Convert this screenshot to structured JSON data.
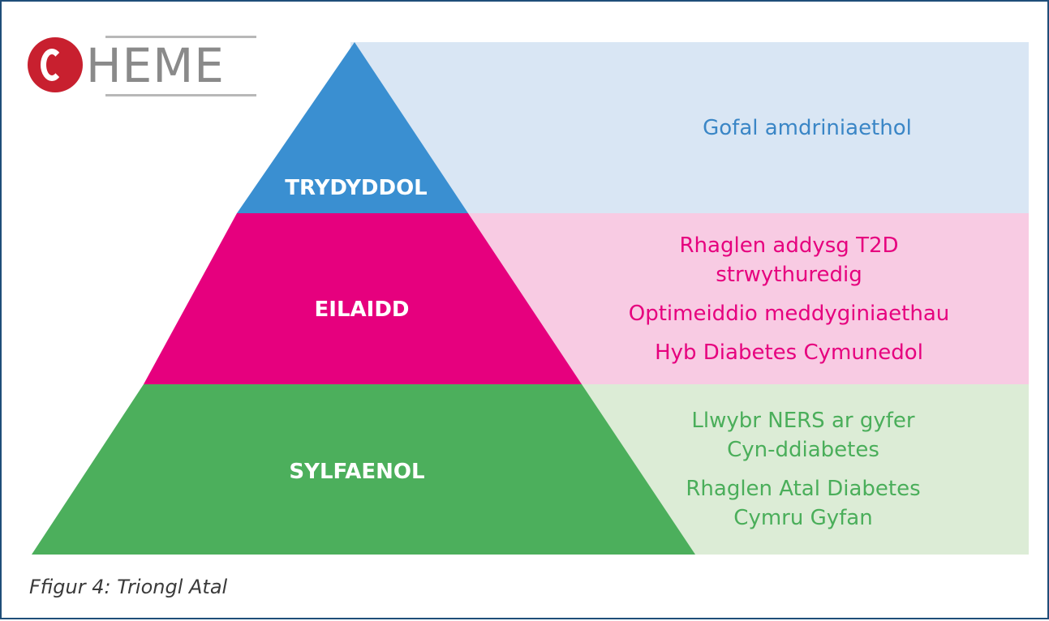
{
  "logo": {
    "letter": "",
    "wordmark": "HEME"
  },
  "pyramid": {
    "tiers": [
      {
        "label": "TRYDYDDOL",
        "items": [
          "Gofal amdriniaethol"
        ],
        "color": "#3a86c6",
        "band_color": "#d9e6f4"
      },
      {
        "label": "EILAIDD",
        "items": [
          "Rhaglen addysg T2D\nstrwythuredig",
          "Optimeiddio meddyginiaethau",
          "Hyb Diabetes Cymunedol"
        ],
        "color": "#e6007e",
        "band_color": "#f8cbe3"
      },
      {
        "label": "SYLFAENOL",
        "items": [
          "Llwybr NERS ar gyfer\nCyn-ddiabetes",
          "Rhaglen Atal Diabetes\nCymru Gyfan"
        ],
        "color": "#4aae5a",
        "band_color": "#dcecd6"
      }
    ]
  },
  "caption": "Ffigur 4: Triongl Atal"
}
